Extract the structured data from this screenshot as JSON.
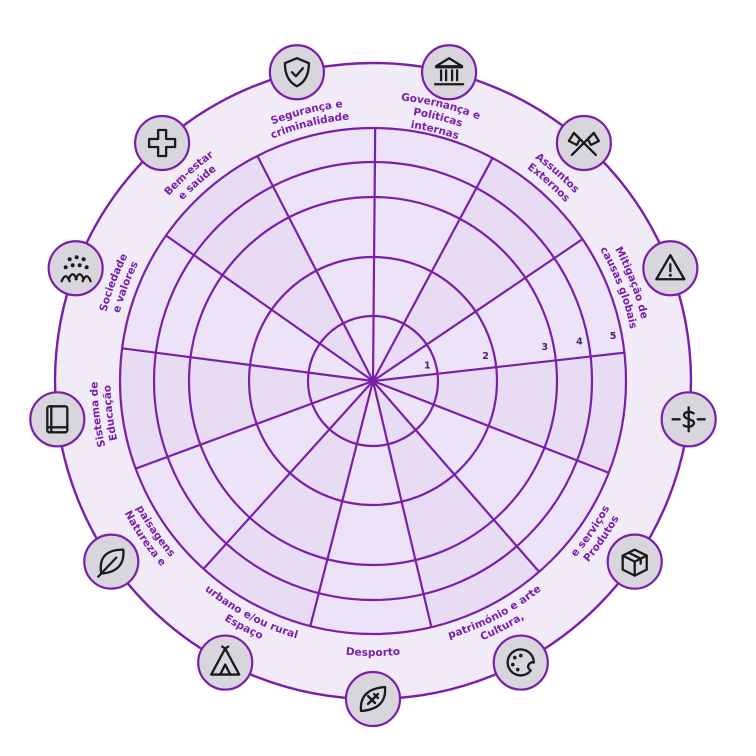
{
  "diagram": {
    "type": "life-balance wheel",
    "ring_levels": [
      "1",
      "2",
      "3",
      "4",
      "5"
    ],
    "colors": {
      "outer_band": "#f1ebf8",
      "inner_fill": "#ede3f8",
      "inner_fill_alt": "#e8dcf5",
      "stroke": "#7a1fa8",
      "icon_background": "#d9d5dd"
    },
    "segments": [
      {
        "id": "governance",
        "label_lines": [
          "Governança e",
          "Políticas",
          "internas"
        ],
        "icon": "bank-icon"
      },
      {
        "id": "external",
        "label_lines": [
          "Assuntos",
          "Externos"
        ],
        "icon": "crossed-flags-icon"
      },
      {
        "id": "global-causes",
        "label_lines": [
          "Mitigação de",
          "causas globais"
        ],
        "icon": "warning-triangle-icon"
      },
      {
        "id": "economy",
        "label_lines": [],
        "icon": "dollar-exchange-icon"
      },
      {
        "id": "products",
        "label_lines": [
          "Produtos",
          "e serviços"
        ],
        "icon": "box-icon"
      },
      {
        "id": "culture",
        "label_lines": [
          "Cultura,",
          "património e arte"
        ],
        "icon": "palette-icon"
      },
      {
        "id": "sport",
        "label_lines": [
          "Desporto"
        ],
        "icon": "football-icon"
      },
      {
        "id": "urban-rural",
        "label_lines": [
          "Espaço",
          "urbano e/ou rural"
        ],
        "icon": "tent-icon"
      },
      {
        "id": "nature",
        "label_lines": [
          "Natureza e",
          "paisagens"
        ],
        "icon": "leaf-icon"
      },
      {
        "id": "education",
        "label_lines": [
          "Sistema de",
          "Educação"
        ],
        "icon": "book-icon"
      },
      {
        "id": "society",
        "label_lines": [
          "Sociedade",
          "e valores"
        ],
        "icon": "people-icon"
      },
      {
        "id": "wellbeing",
        "label_lines": [
          "Bem-estar",
          "e saúde"
        ],
        "icon": "health-cross-icon"
      },
      {
        "id": "security",
        "label_lines": [
          "Segurança e",
          "criminalidade"
        ],
        "icon": "shield-icon"
      }
    ]
  }
}
